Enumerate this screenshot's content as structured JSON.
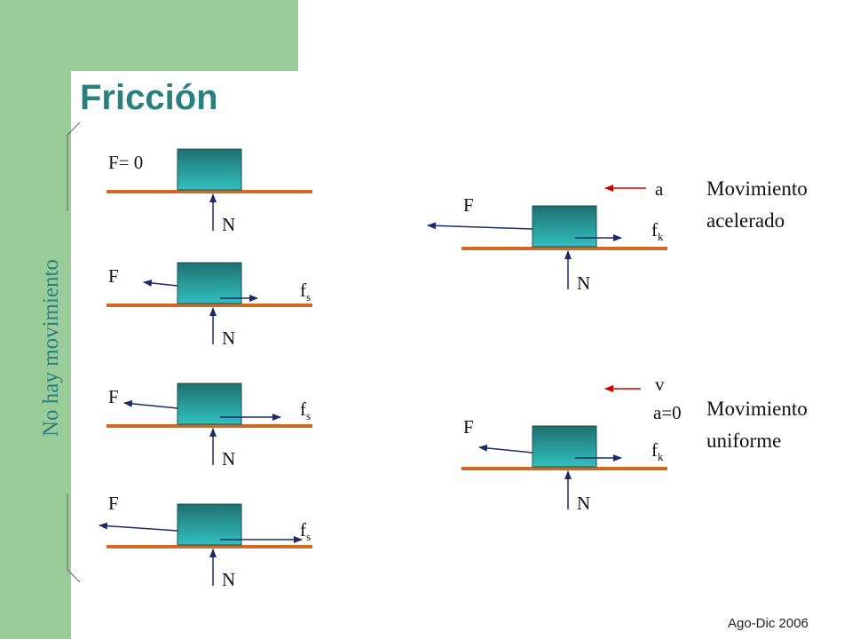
{
  "slide": {
    "title": "Fricción",
    "footer": "Ago-Dic 2006",
    "side_label": "No hay movimiento"
  },
  "colors": {
    "accent_green": "#99cc99",
    "title_teal": "#2a7f7f",
    "block_teal": "#2c9a9a",
    "floor_orange": "#d2691e",
    "arrow_navy": "#1a2a6c",
    "arrow_red": "#cc0000"
  },
  "panels": [
    {
      "force_label": "F= 0",
      "normal_label": "N"
    },
    {
      "force_label": "F",
      "friction_label": "f",
      "friction_sub": "s",
      "normal_label": "N"
    },
    {
      "force_label": "F",
      "friction_label": "f",
      "friction_sub": "s",
      "normal_label": "N"
    },
    {
      "force_label": "F",
      "friction_label": "f",
      "friction_sub": "s",
      "normal_label": "N"
    },
    {
      "force_label": "F",
      "friction_label": "f",
      "friction_sub": "k",
      "normal_label": "N",
      "motion_label": "a",
      "desc_line1": "Movimiento",
      "desc_line2": "acelerado"
    },
    {
      "force_label": "F",
      "friction_label": "f",
      "friction_sub": "k",
      "normal_label": "N",
      "motion_label": "v",
      "accel_label": "a=0",
      "desc_line1": "Movimiento",
      "desc_line2": "uniforme"
    }
  ]
}
